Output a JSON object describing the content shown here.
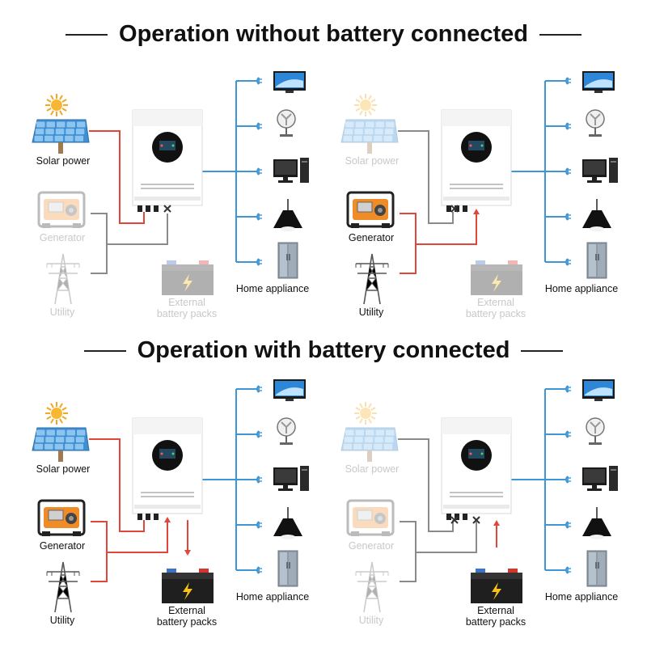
{
  "titles": {
    "top": "Operation without battery connected",
    "bottom": "Operation with battery connected"
  },
  "labels": {
    "solar": "Solar power",
    "generator": "Generator",
    "utility": "Utility",
    "battery_line1": "External",
    "battery_line2": "battery packs",
    "home": "Home appliance"
  },
  "colors": {
    "active_line": "#e0463c",
    "inactive_line": "#8a8a8a",
    "load_line": "#3d97d6",
    "faded_text": "#c8c8c8"
  },
  "panels": [
    {
      "id": "top-left",
      "solar": "active",
      "generator": "faded",
      "utility": "faded",
      "battery": "faded",
      "battery_flow": "none"
    },
    {
      "id": "top-right",
      "solar": "faded",
      "generator": "active",
      "utility": "active",
      "battery": "faded",
      "battery_flow": "none"
    },
    {
      "id": "bottom-left",
      "solar": "active",
      "generator": "active",
      "utility": "active",
      "battery": "active",
      "battery_flow": "charge"
    },
    {
      "id": "bottom-right",
      "solar": "faded",
      "generator": "faded",
      "utility": "faded",
      "battery": "active",
      "battery_flow": "discharge"
    }
  ],
  "appliances": [
    "tv-icon",
    "fan-icon",
    "computer-icon",
    "lamp-icon",
    "fridge-icon"
  ]
}
